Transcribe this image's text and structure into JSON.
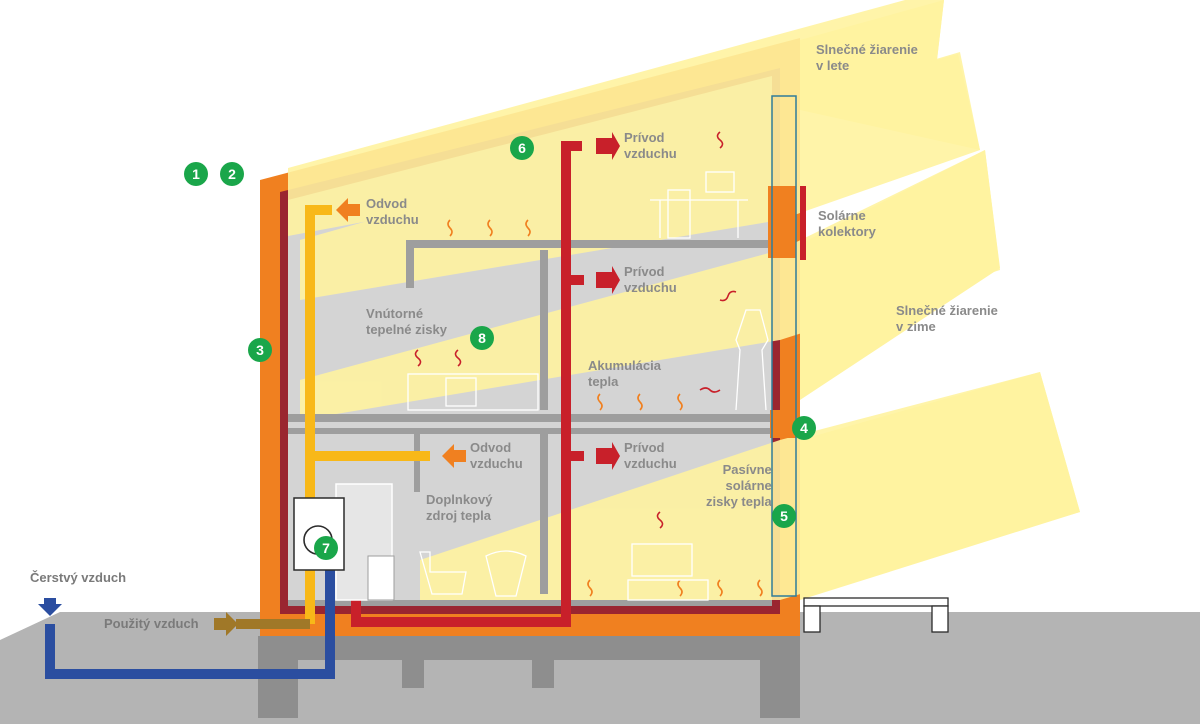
{
  "labels": {
    "summer": [
      "Slnečné žiarenie",
      "v lete"
    ],
    "winter": [
      "Slnečné žiarenie",
      "v zime"
    ],
    "collectors": [
      "Solárne",
      "kolektory"
    ],
    "supply_top": [
      "Prívod",
      "vzduchu"
    ],
    "supply_mid": [
      "Prívod",
      "vzduchu"
    ],
    "supply_low": [
      "Prívod",
      "vzduchu"
    ],
    "exhaust_top": [
      "Odvod",
      "vzduchu"
    ],
    "exhaust_mid": [
      "Odvod",
      "vzduchu"
    ],
    "internal_gains": [
      "Vnútorné",
      "tepelné zisky"
    ],
    "accumulation": [
      "Akumulácia",
      "tepla"
    ],
    "passive": [
      "Pasívne",
      "solárne",
      "zisky tepla"
    ],
    "backup": [
      "Doplnkový",
      "zdroj tepla"
    ],
    "fresh_air": "Čerstvý vzduch",
    "used_air": "Použitý vzduch"
  },
  "markers": [
    "1",
    "2",
    "3",
    "4",
    "5",
    "6",
    "7",
    "8"
  ],
  "colors": {
    "wall": "#f08020",
    "sun": "#fff3a0",
    "supply_duct": "#c8202a",
    "exhaust_duct": "#f8b818",
    "fresh_duct": "#2b4ea0",
    "used_duct": "#a07828",
    "ground": "#b4b4b4",
    "marker": "#1aa64a"
  }
}
